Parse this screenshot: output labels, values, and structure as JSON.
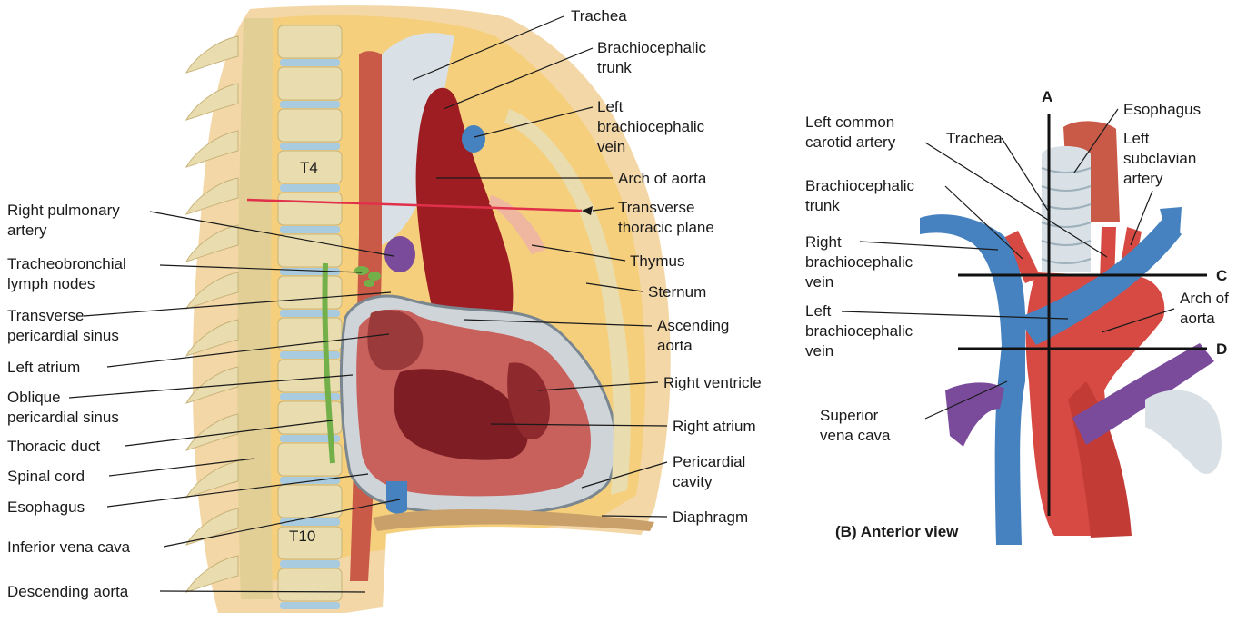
{
  "colors": {
    "skin": "#f3d7a6",
    "fat": "#f5cf7c",
    "bone": "#e9dcae",
    "disc": "#a9cbe0",
    "aorta_dark": "#9d1d22",
    "vein_blue": "#4682c0",
    "pulm_purple": "#7a4b9a",
    "heart_muscle": "#c8615c",
    "trachea": "#d9e1e6",
    "esophagus": "#c95a48",
    "duct_green": "#74b04a",
    "line_red": "#e0304a"
  },
  "panel_a": {
    "vertebra_labels": [
      "T4",
      "T10"
    ],
    "left_labels": [
      [
        "Right pulmonary",
        "artery"
      ],
      [
        "Tracheobronchial",
        "lymph nodes"
      ],
      [
        "Transverse",
        "pericardial sinus"
      ],
      [
        "Left atrium"
      ],
      [
        "Oblique",
        "pericardial sinus"
      ],
      [
        "Thoracic duct"
      ],
      [
        "Spinal cord"
      ],
      [
        "Esophagus"
      ],
      [
        "Inferior vena cava"
      ],
      [
        "Descending aorta"
      ]
    ],
    "right_labels": [
      [
        "Trachea"
      ],
      [
        "Brachiocephalic",
        "trunk"
      ],
      [
        "Left",
        "brachiocephalic",
        "vein"
      ],
      [
        "Arch of aorta"
      ],
      [
        "Transverse",
        "thoracic plane"
      ],
      [
        "Thymus"
      ],
      [
        "Sternum"
      ],
      [
        "Ascending",
        "aorta"
      ],
      [
        "Right ventricle"
      ],
      [
        "Right atrium"
      ],
      [
        "Pericardial",
        "cavity"
      ],
      [
        "Diaphragm"
      ]
    ]
  },
  "panel_b": {
    "caption": "(B) Anterior view",
    "plane_letters": [
      "A",
      "C",
      "D"
    ],
    "labels": [
      [
        "Left common",
        "carotid artery"
      ],
      [
        "Trachea"
      ],
      [
        "Esophagus"
      ],
      [
        "Left",
        "subclavian",
        "artery"
      ],
      [
        "Brachiocephalic",
        "trunk"
      ],
      [
        "Right",
        "brachiocephalic",
        "vein"
      ],
      [
        "Left",
        "brachiocephalic",
        "vein"
      ],
      [
        "Arch of",
        "aorta"
      ],
      [
        "Superior",
        "vena cava"
      ]
    ]
  }
}
